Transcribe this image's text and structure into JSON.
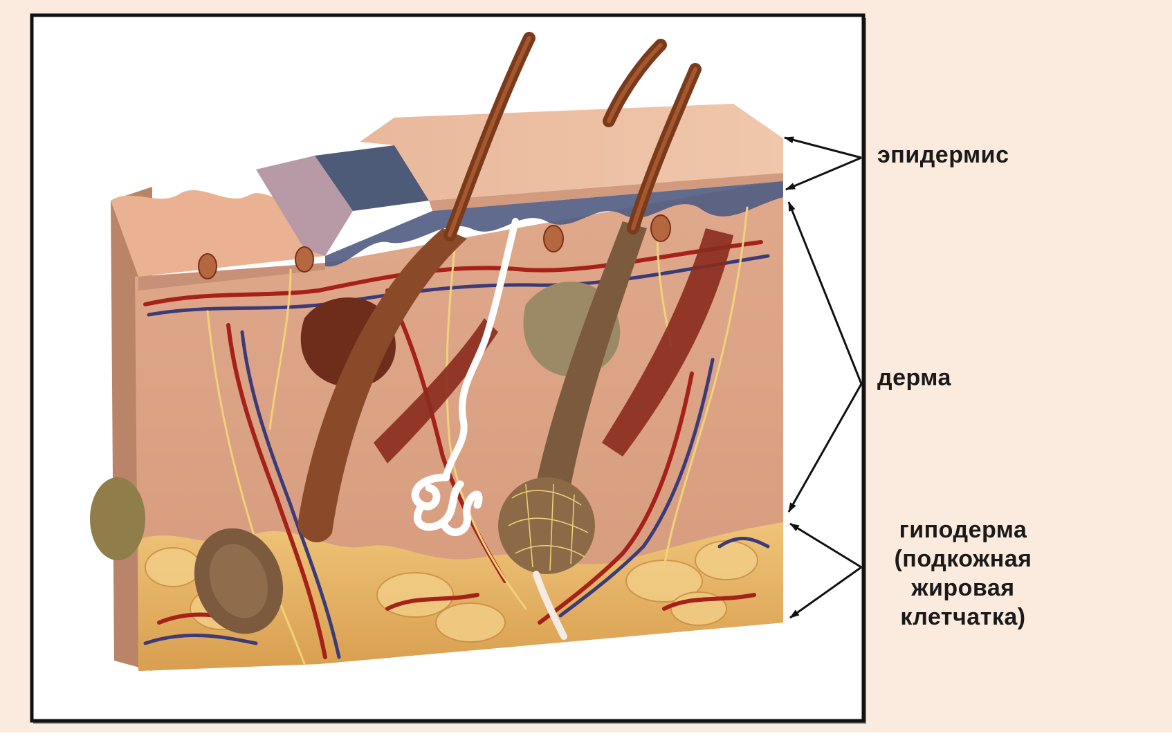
{
  "colors": {
    "slide_background": "#faebde",
    "photo_frame": "#111111",
    "photo_background": "#ffffff",
    "arrow": "#111111",
    "epidermis_surface": "#e2a986",
    "pigment_layer": "#5c6784",
    "dermis": "#d9a084",
    "hypodermis_fat": "#e8b866",
    "artery": "#a52119",
    "vein": "#3a3b78",
    "nerve": "#f0d27a",
    "hair_shaft": "#7a3a1c",
    "sweat_gland": "#ffffff",
    "muscle": "#8a2b1e",
    "sebaceous_gland": "#8f7a55"
  },
  "labels": {
    "epidermis": "эпидермис",
    "dermis": "дерма",
    "hypodermis": {
      "lines": [
        "гиподерма",
        "(подкожная",
        "жировая",
        "клетчатка)"
      ]
    }
  },
  "icons": {
    "arrows": "arrow-icon",
    "photo": "skin-cross-section-model"
  }
}
